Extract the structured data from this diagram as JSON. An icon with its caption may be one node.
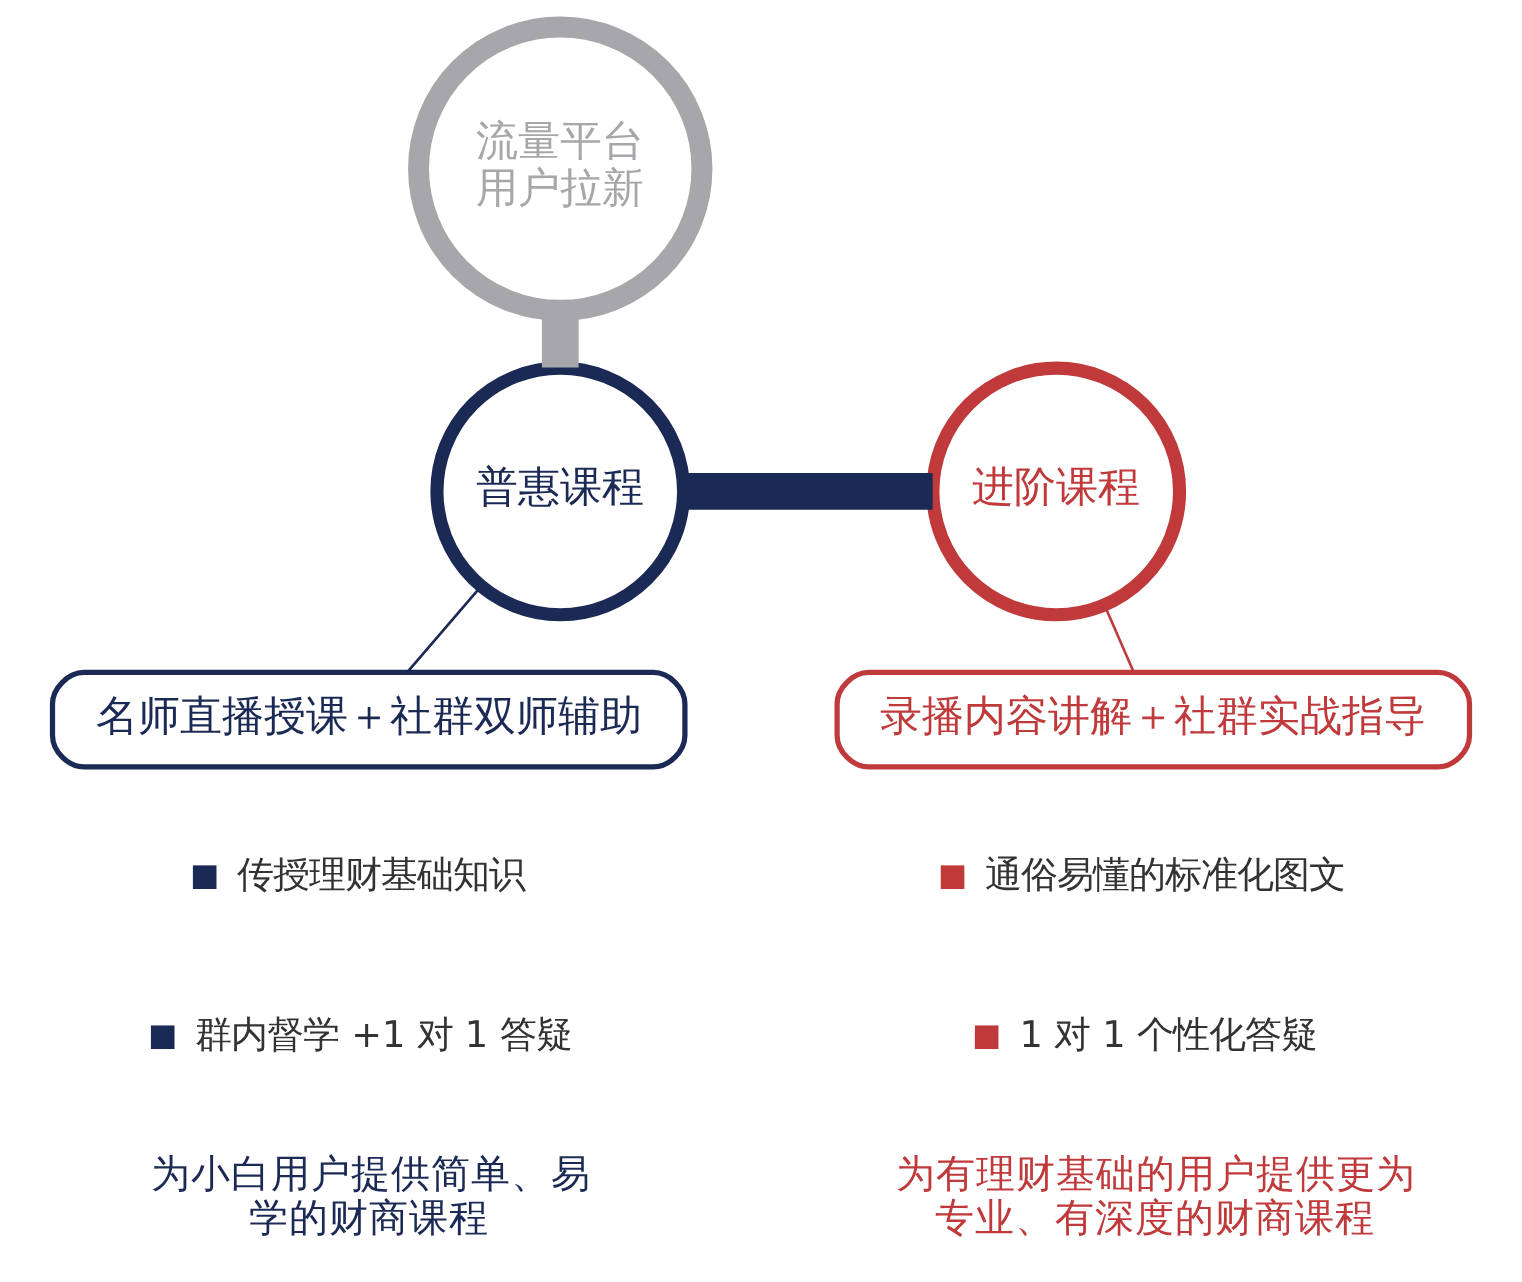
{
  "diagram": {
    "nodes": [
      {
        "text": [
          "流量平台用户拉新"
        ]
      },
      {
        "text": [
          "普惠课程"
        ]
      },
      {
        "text": [
          "进阶课程"
        ]
      },
      {
        "text": [
          "名师直播授课＋社群双师辅助"
        ]
      },
      {
        "text": [
          "录播内容讲解＋社群实战指导"
        ]
      }
    ],
    "edges": [
      {
        "from": 0,
        "to": 1,
        "arrow": "none",
        "style": "thick",
        "color": "#a7a7ab"
      },
      {
        "from": 1,
        "to": 2,
        "arrow": "none",
        "style": "thick",
        "color": "#1b2a55"
      },
      {
        "from": 1,
        "to": 3,
        "arrow": "none",
        "color": "#1b2a55"
      },
      {
        "from": 2,
        "to": 4,
        "arrow": "none",
        "color": "#c0393b"
      }
    ],
    "labels": [
      "传授理财基础知识",
      "通俗易懂的标准化图文",
      "群内督学 +1 对 1 答疑",
      "1 对 1 个性化答疑",
      "为小白用户提供简单、易学的财商课程",
      "为有理财基础的用户提供更为专业、有深度的财商课程"
    ]
  }
}
